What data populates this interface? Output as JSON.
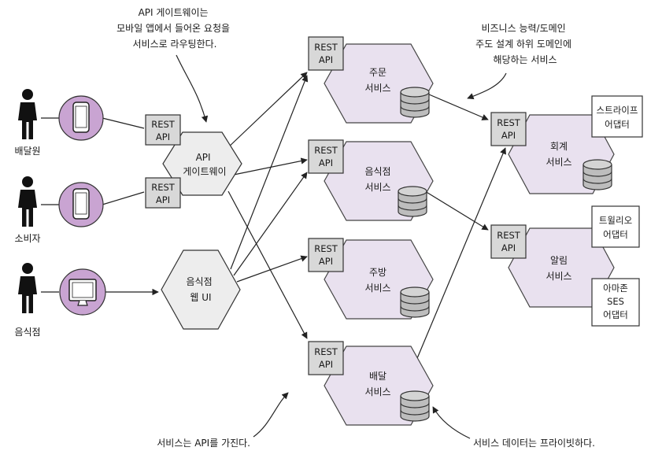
{
  "annotations": {
    "gateway_note": [
      "API 게이트웨이는",
      "모바일 앱에서 들어온 요청을",
      "서비스로 라우팅한다."
    ],
    "domain_note": [
      "비즈니스 능력/도메인",
      "주도 설계 하위 도메인에",
      "해당하는 서비스"
    ],
    "api_note": "서비스는 API를 가진다.",
    "data_note": "서비스 데이터는 프라이빗하다."
  },
  "actors": [
    {
      "label": "배달원",
      "device": "phone"
    },
    {
      "label": "소비자",
      "device": "phone"
    },
    {
      "label": "음식점",
      "device": "monitor"
    }
  ],
  "rest_api": [
    "REST",
    "API"
  ],
  "gateway": [
    "API",
    "게이트웨이"
  ],
  "web_ui": [
    "음식점",
    "웹 UI"
  ],
  "services": {
    "order": [
      "주문",
      "서비스"
    ],
    "restaurant": [
      "음식점",
      "서비스"
    ],
    "kitchen": [
      "주방",
      "서비스"
    ],
    "delivery": [
      "배달",
      "서비스"
    ],
    "accounting": [
      "회계",
      "서비스"
    ],
    "notification": [
      "알림",
      "서비스"
    ]
  },
  "adapters": {
    "stripe": [
      "스트라이프",
      "어댑터"
    ],
    "twilio": [
      "트윌리오",
      "어댑터"
    ],
    "ses": [
      "아마존",
      "SES",
      "어댑터"
    ]
  },
  "colors": {
    "service_fill": "#e9e1ef",
    "gray_fill": "#ededed",
    "rest_fill": "#d8d8d8",
    "actor_circle": "#c9a4d2",
    "db_fill": "#bdbdbd"
  }
}
